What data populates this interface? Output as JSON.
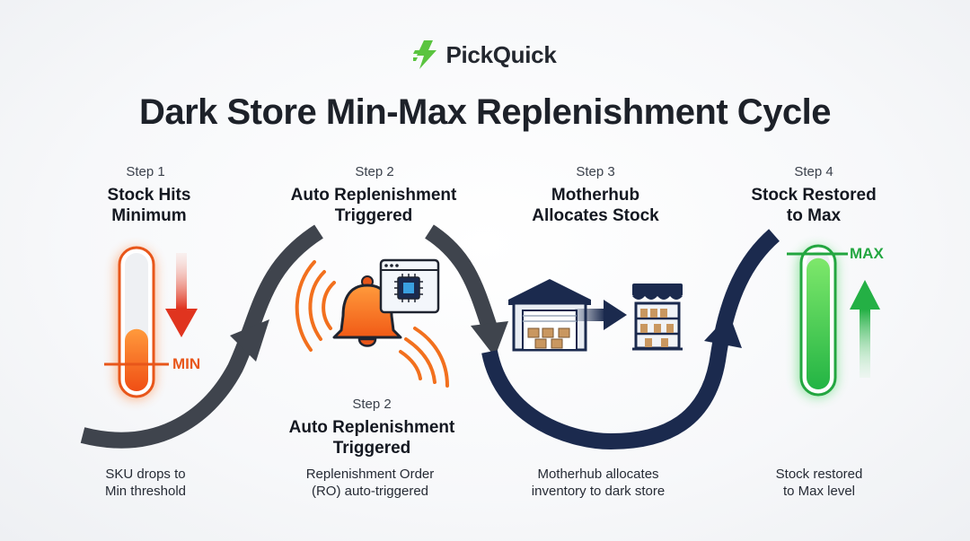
{
  "brand": {
    "name": "PickQuick"
  },
  "title": "Dark Store Min-Max Replenishment Cycle",
  "steps": [
    {
      "number": "Step 1",
      "title_line1": "Stock Hits",
      "title_line2": "Minimum",
      "desc_line1": "SKU drops to",
      "desc_line2": "Min threshold"
    },
    {
      "number": "Step 2",
      "title_line1": "Auto Replenishment",
      "title_line2": "Triggered",
      "desc_line1": "Replenishment Order",
      "desc_line2": "(RO) auto-triggered"
    },
    {
      "number": "Step 3",
      "title_line1": "Motherhub",
      "title_line2": "Allocates Stock",
      "desc_line1": "Motherhub allocates",
      "desc_line2": "inventory to dark store"
    },
    {
      "number": "Step 4",
      "title_line1": "Stock Restored",
      "title_line2": "to Max",
      "desc_line1": "Stock restored",
      "desc_line2": "to Max level"
    }
  ],
  "step2_repeat": {
    "number": "Step 2",
    "title_line1": "Auto Replenishment",
    "title_line2": "Triggered"
  },
  "levels": {
    "min_label": "MIN",
    "max_label": "MAX",
    "min_fill_fraction": 0.45,
    "max_fill_fraction": 0.95
  },
  "colors": {
    "orange": "#f26a1b",
    "green": "#2fbf4a",
    "navy": "#1b2a4e",
    "dark_gray": "#3f444d",
    "brand_green": "#5ac43f"
  },
  "icons": {
    "logo": "lightning-bolt-icon",
    "down_arrow": "arrow-down-icon",
    "up_arrow": "arrow-up-icon",
    "bell": "bell-icon",
    "chip_screen": "processor-icon",
    "warehouse": "warehouse-icon",
    "store": "store-icon",
    "transfer_arrow": "arrow-right-icon"
  }
}
